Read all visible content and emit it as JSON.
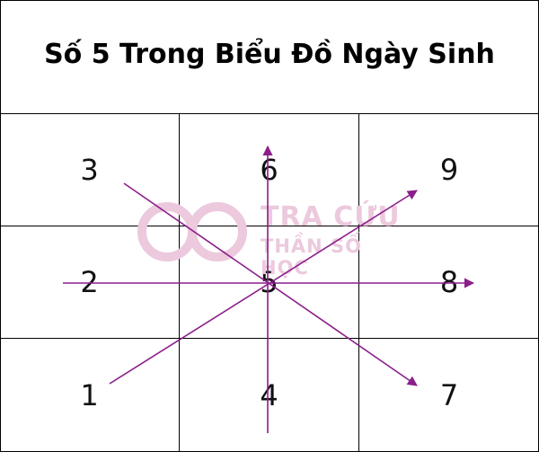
{
  "title": "Số 5 Trong Biểu Đồ Ngày Sinh",
  "grid": {
    "rows": [
      [
        "3",
        "6",
        "9"
      ],
      [
        "2",
        "5",
        "8"
      ],
      [
        "1",
        "4",
        "7"
      ]
    ]
  },
  "watermark": {
    "line1": "TRA CỨU",
    "line2": "THẦN SỐ HỌC"
  },
  "colors": {
    "arrow": "#8b1e8b",
    "watermark": "#ecc9dd",
    "grid_line": "#000000"
  }
}
